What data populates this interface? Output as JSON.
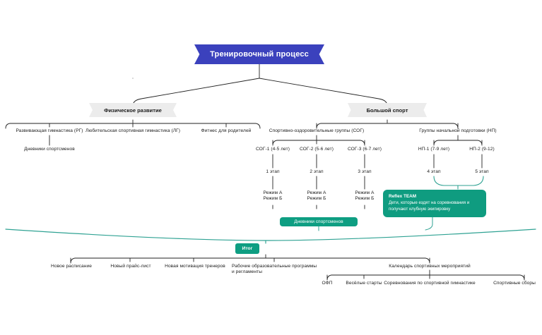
{
  "diagram": {
    "title": "Тренировочный процесс",
    "colors": {
      "root_box": "#3b41bd",
      "branch_box": "#ececec",
      "accent_teal": "#0e9e82",
      "connector": "#222222",
      "teal_connector": "#2fa293",
      "text": "#1b1b1b"
    },
    "branches": [
      {
        "label": "Физическое развитие"
      },
      {
        "label": "Большой спорт"
      }
    ],
    "physical_development": {
      "children": [
        {
          "label": "Развивающая гимнастика (РГ)"
        },
        {
          "label": "Любительская спортивная гимнастика (ЛГ)"
        },
        {
          "label": "Фитнес для родителей"
        }
      ],
      "diary_label": "Дневники спортсменов"
    },
    "big_sport": {
      "groups": [
        {
          "label": "Спортивно-оздоровительные группы (СОГ)"
        },
        {
          "label": "Группы начальной подготовки (НП)"
        }
      ],
      "sog_levels": [
        {
          "label": "СОГ-1 (4-5 лет)"
        },
        {
          "label": "СОГ-2 (5-6 лет)"
        },
        {
          "label": "СОГ-3 (6-7 лет)"
        }
      ],
      "np_levels": [
        {
          "label": "НП-1 (7-9 лет)"
        },
        {
          "label": "НП-2 (9-12)"
        }
      ],
      "stages": [
        {
          "label": "1 этап"
        },
        {
          "label": "2 этап"
        },
        {
          "label": "3 этап"
        },
        {
          "label": "4 этап"
        },
        {
          "label": "5 этап"
        }
      ],
      "modes": [
        {
          "line1": "Режим А",
          "line2": "Режим Б"
        },
        {
          "line1": "Режим А",
          "line2": "Режим Б"
        },
        {
          "line1": "Режим А",
          "line2": "Режим Б"
        }
      ],
      "diary_label": "Дневники спортсменов",
      "reflex_team": {
        "title": "Reflex TEAM",
        "description": "Дети, которые ездят на соревнования и получают клубную экипировку"
      }
    },
    "result": {
      "label": "Итог",
      "outcomes": [
        {
          "label": "Новое расписание"
        },
        {
          "label": "Новый прайс-лист"
        },
        {
          "label": "Новая мотивация тренеров"
        },
        {
          "label": "Рабочие образовательные программы и регламенты"
        },
        {
          "label": "Календарь спортивных мероприятий"
        }
      ],
      "calendar_items": [
        {
          "label": "ОФП"
        },
        {
          "label": "Весёлые старты"
        },
        {
          "label": "Соревнования по спортивной гимнастике"
        },
        {
          "label": "Спортивные сборы"
        }
      ]
    }
  }
}
